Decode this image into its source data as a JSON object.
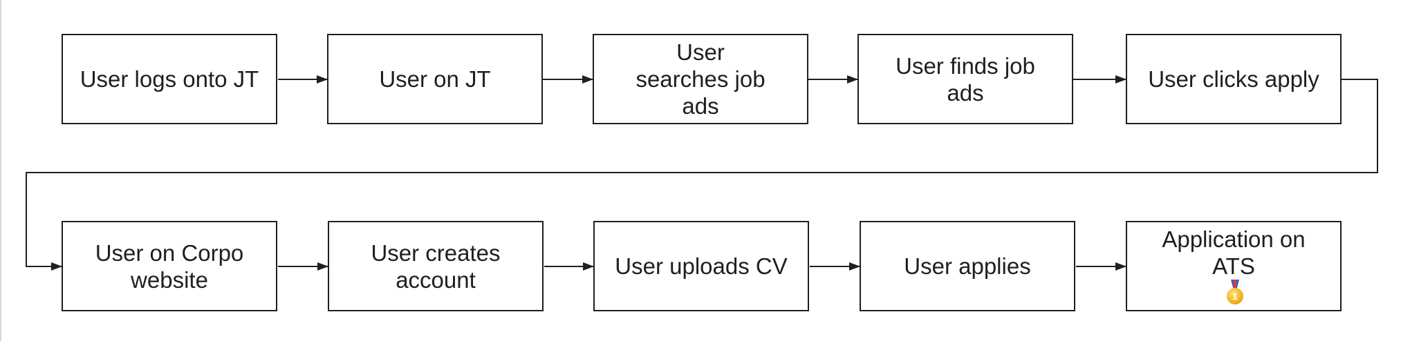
{
  "diagram": {
    "row1": [
      {
        "id": "logs-onto-jt",
        "label": "User logs onto JT"
      },
      {
        "id": "on-jt",
        "label": "User on JT"
      },
      {
        "id": "searches-job-ads",
        "label": "User searches job ads"
      },
      {
        "id": "finds-job-ads",
        "label": "User finds job ads"
      },
      {
        "id": "clicks-apply",
        "label": "User clicks apply"
      }
    ],
    "row2": [
      {
        "id": "on-corpo-website",
        "label": "User on Corpo website"
      },
      {
        "id": "creates-account",
        "label": "User creates account"
      },
      {
        "id": "uploads-cv",
        "label": "User uploads CV"
      },
      {
        "id": "applies",
        "label": "User applies"
      },
      {
        "id": "application-on-ats",
        "label": "Application on ATS",
        "icon": "first-place-medal-icon",
        "icon_text": "1"
      }
    ],
    "colors": {
      "stroke": "#1f1f1f",
      "background": "#ffffff"
    }
  }
}
